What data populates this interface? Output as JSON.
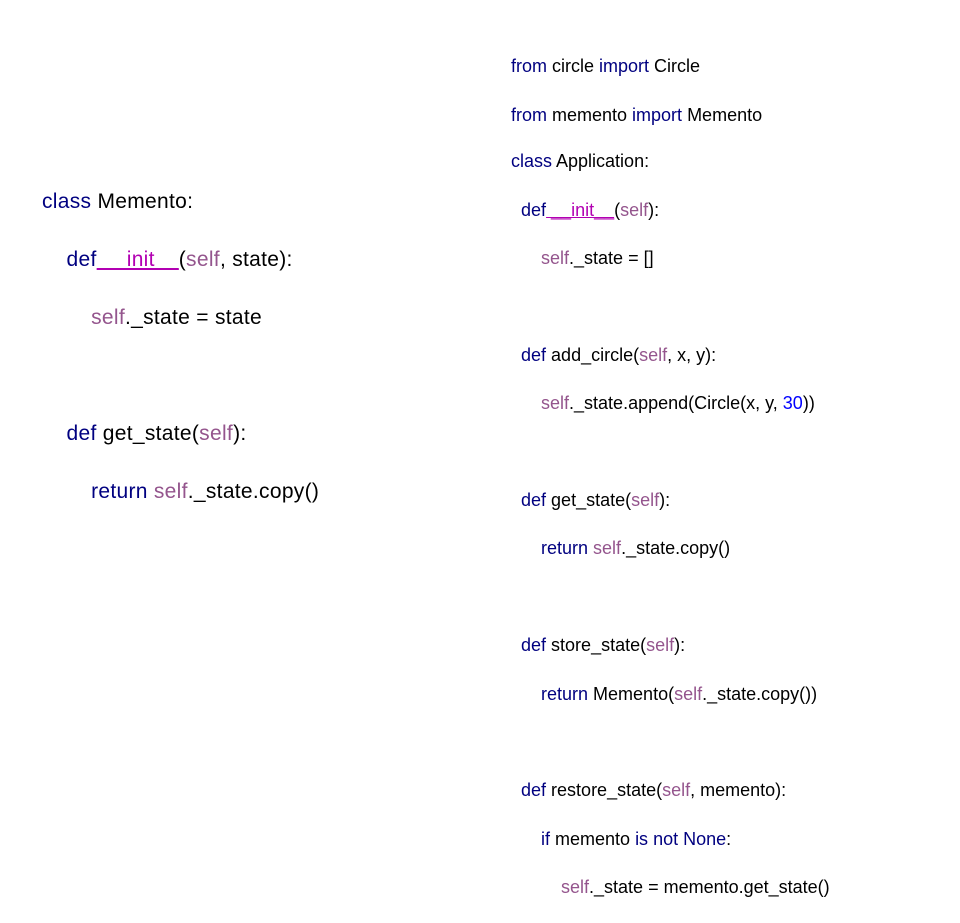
{
  "memento_snippet": {
    "class_kw": "class",
    "class_name": " Memento:",
    "def1_kw": "def",
    "def1_name": " __init__",
    "def1_open": "(",
    "def1_self": "self",
    "def1_rest": ", state):",
    "assign_self": "self",
    "assign_rest": "._state = state",
    "def2_kw": "def",
    "def2_name": " get_state(",
    "def2_self": "self",
    "def2_rest": "):",
    "ret_kw": "return",
    "ret_self": " self",
    "ret_rest": "._state.copy()"
  },
  "imports": {
    "line1_from": "from",
    "line1_mod": " circle ",
    "line1_import": "import",
    "line1_name": " Circle",
    "line2_from": "from",
    "line2_mod": " memento ",
    "line2_import": "import",
    "line2_name": " Memento"
  },
  "application_snippet": {
    "class_kw": "class",
    "class_name": " Application:",
    "init_kw": "def",
    "init_name": " __init__",
    "init_open": "(",
    "init_self": "self",
    "init_rest": "):",
    "init_body_self": "self",
    "init_body_rest": "._state = []",
    "add_kw": "def",
    "add_name": " add_circle(",
    "add_self": "self",
    "add_rest": ", x, y):",
    "add_body_self": "self",
    "add_body_mid": "._state.append(Circle(x, y, ",
    "add_body_num": "30",
    "add_body_end": "))",
    "get_kw": "def",
    "get_name": " get_state(",
    "get_self": "self",
    "get_rest": "):",
    "get_ret_kw": "return",
    "get_ret_self": " self",
    "get_ret_rest": "._state.copy()",
    "store_kw": "def",
    "store_name": " store_state(",
    "store_self": "self",
    "store_rest": "):",
    "store_ret_kw": "return",
    "store_ret_mid": " Memento(",
    "store_ret_self": "self",
    "store_ret_rest": "._state.copy())",
    "restore_kw": "def",
    "restore_name": " restore_state(",
    "restore_self": "self",
    "restore_rest": ", memento):",
    "if_kw": "if",
    "if_mid": " memento ",
    "is_kw": "is",
    "sp1": " ",
    "not_kw": "not",
    "sp2": " ",
    "none_kw": "None",
    "colon": ":",
    "restore_body_self": "self",
    "restore_body_rest": "._state = memento.get_state()"
  },
  "colors": {
    "keyword": "#000080",
    "self": "#94558d",
    "number": "#0000ff",
    "dunder": "#b200b2",
    "text": "#000000",
    "background": "#ffffff"
  }
}
